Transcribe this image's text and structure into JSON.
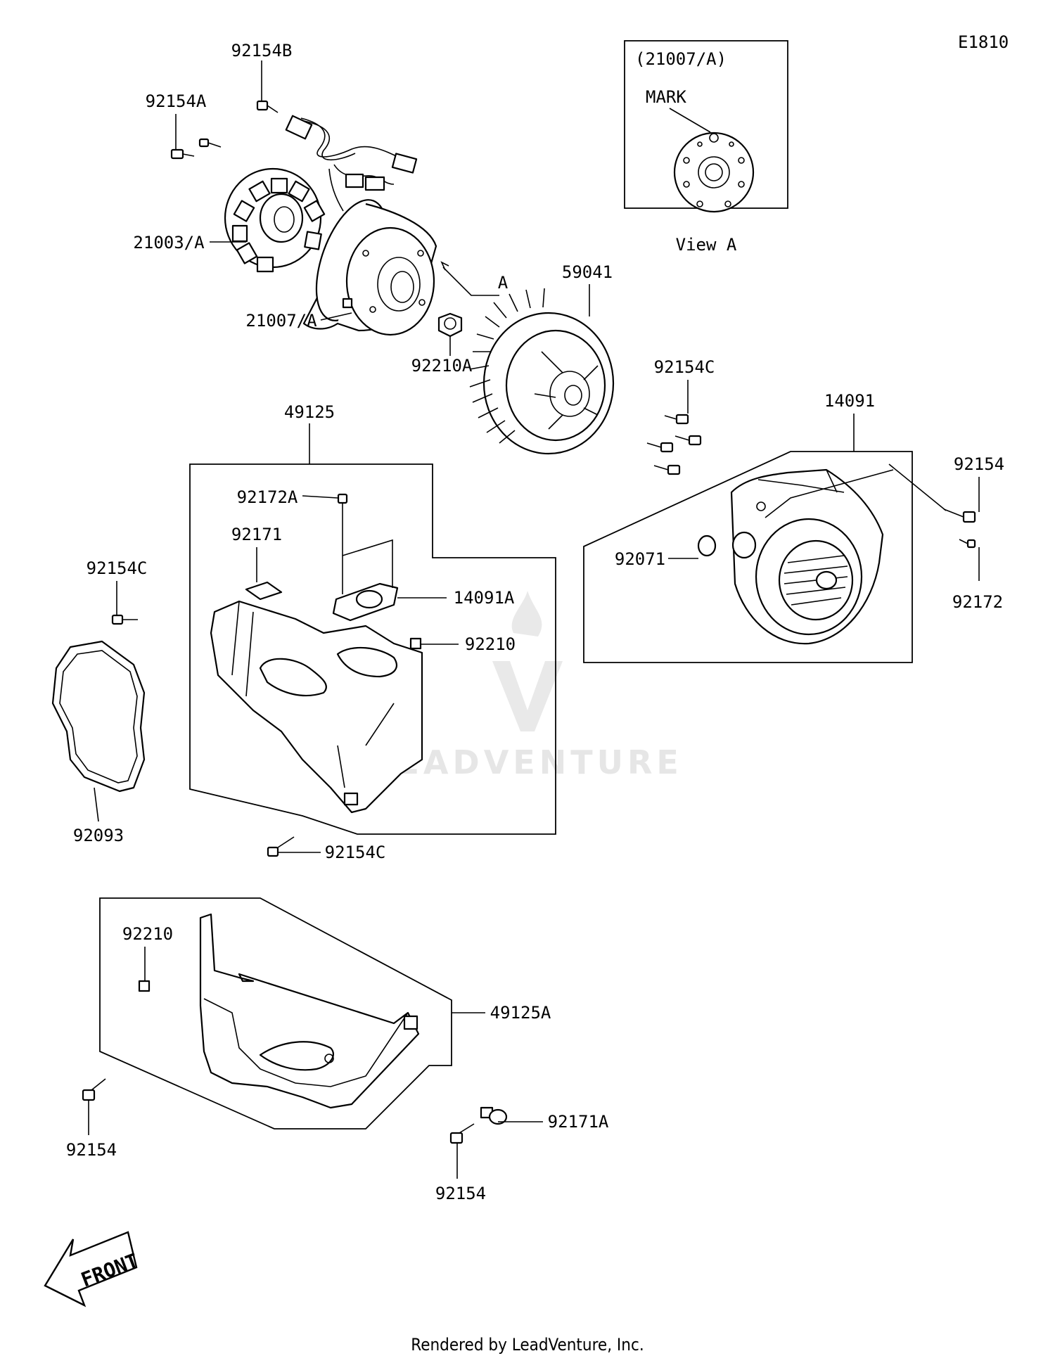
{
  "diagram_id": "E1810",
  "view_box_title": "(21007/A)",
  "view_mark_label": "MARK",
  "view_caption": "View A",
  "arrow_label": "A",
  "front_label": "FRONT",
  "watermark": "LEADVENTURE",
  "footer": "Rendered by LeadVenture, Inc.",
  "labels": {
    "p92154B": "92154B",
    "p92154A": "92154A",
    "p21003A": "21003/A",
    "p21007A": "21007/A",
    "p92210A": "92210A",
    "p59041": "59041",
    "p92154C_top": "92154C",
    "p14091": "14091",
    "p92154_right": "92154",
    "p92071": "92071",
    "p92172": "92172",
    "p49125": "49125",
    "p92172A": "92172A",
    "p92171": "92171",
    "p14091A": "14091A",
    "p92210_mid": "92210",
    "p92154C_left": "92154C",
    "p92093": "92093",
    "p92154C_bottom": "92154C",
    "p92210_low": "92210",
    "p49125A": "49125A",
    "p92171A": "92171A",
    "p92154_lowleft": "92154",
    "p92154_lowmid": "92154"
  }
}
